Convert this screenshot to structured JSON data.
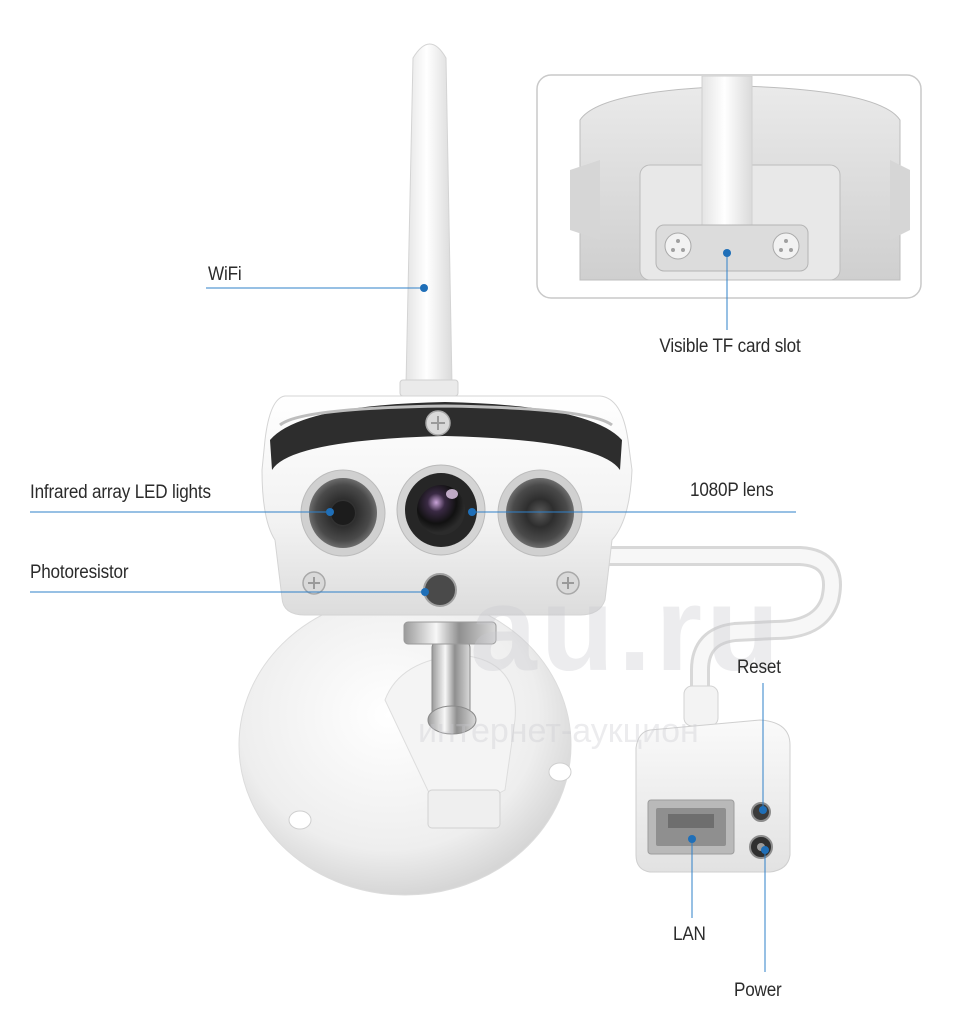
{
  "labels": {
    "wifi": "WiFi",
    "tf_slot": "Visible TF card slot",
    "ir_leds": "Infrared array LED lights",
    "lens": "1080P lens",
    "photoresistor": "Photoresistor",
    "reset": "Reset",
    "lan": "LAN",
    "power": "Power"
  },
  "watermark": {
    "logo": "au.ru",
    "tagline": "интернет-аукцион"
  },
  "colors": {
    "callout_line": "#2f80c8",
    "callout_dot": "#1f6fb8",
    "label_text": "#2b2b2b",
    "camera_body": "#f2f2f2",
    "inset_border": "#c9c9c9"
  }
}
